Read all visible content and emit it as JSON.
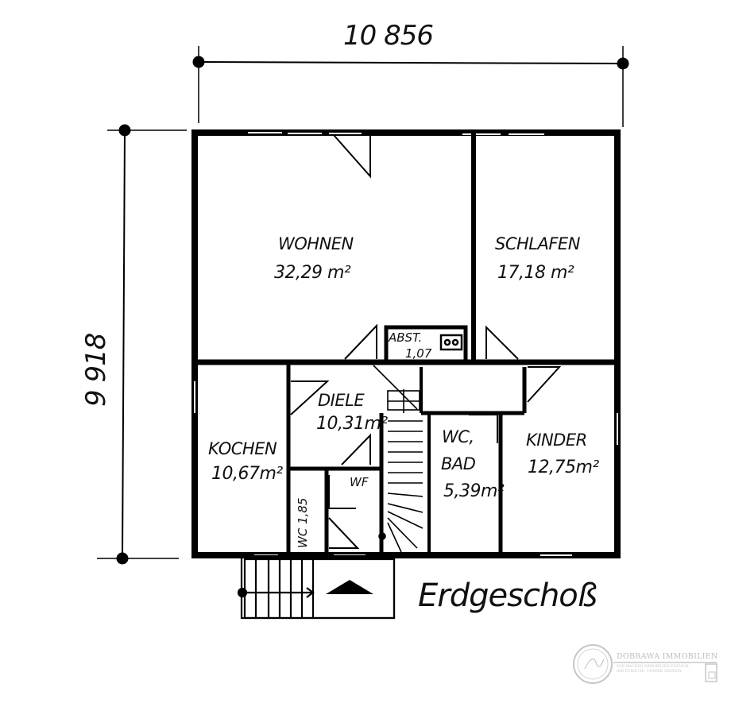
{
  "plan": {
    "title": "Erdgeschoß",
    "dimensions": {
      "width_label": "10 856",
      "height_label": "9 918"
    },
    "rooms": [
      {
        "id": "wohnen",
        "name": "WOHNEN",
        "area": "32,29 m²"
      },
      {
        "id": "schlafen",
        "name": "SCHLAFEN",
        "area": "17,18 m²"
      },
      {
        "id": "abst",
        "name": "ABST.",
        "area": "1,07"
      },
      {
        "id": "diele",
        "name": "DIELE",
        "area": "10,31m²"
      },
      {
        "id": "kochen",
        "name": "KOCHEN",
        "area": "10,67m²"
      },
      {
        "id": "wc",
        "name": "WC 1,85"
      },
      {
        "id": "wf",
        "name": "WF"
      },
      {
        "id": "wcbad",
        "name": "WC,",
        "name2": "BAD",
        "area": "5,39m²"
      },
      {
        "id": "kinder",
        "name": "KINDER",
        "area": "12,75m²"
      }
    ]
  },
  "watermark": {
    "company": "DOBRAWA IMMOBILIEN",
    "tagline_1": "WIR MACHEN IMMOBILIEN EINFACH.",
    "tagline_2": "IHR ZUHAUSE. UNSERE MISSION.",
    "color": "#bdbdbd"
  }
}
